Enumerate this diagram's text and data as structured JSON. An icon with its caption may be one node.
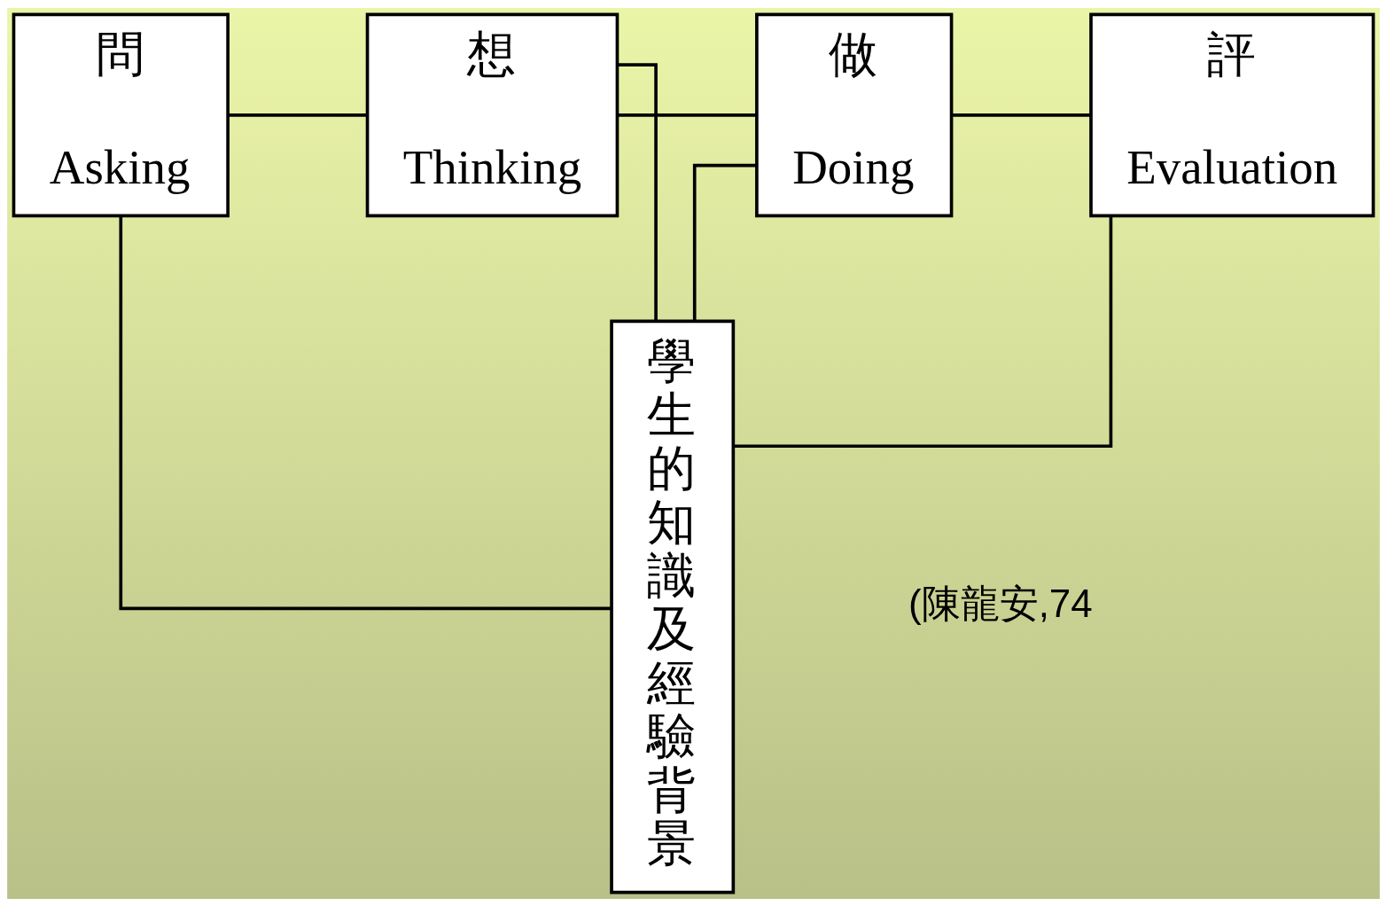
{
  "diagram": {
    "nodes": [
      {
        "text": [
          "問",
          "Asking"
        ]
      },
      {
        "text": [
          "想",
          "Thinking"
        ]
      },
      {
        "text": [
          "做",
          "Doing"
        ]
      },
      {
        "text": [
          "評",
          "Evaluation"
        ]
      },
      {
        "text": [
          "學生的知識及經驗背景"
        ]
      }
    ],
    "edges": [
      {
        "from": 0,
        "to": 1,
        "arrow": "none"
      },
      {
        "from": 1,
        "to": 2,
        "arrow": "none"
      },
      {
        "from": 2,
        "to": 3,
        "arrow": "none"
      },
      {
        "from": 0,
        "to": 4,
        "arrow": "none"
      },
      {
        "from": 1,
        "to": 4,
        "arrow": "none"
      },
      {
        "from": 2,
        "to": 4,
        "arrow": "none"
      },
      {
        "from": 3,
        "to": 4,
        "arrow": "none"
      }
    ],
    "labels": [
      "(陳龍安,74"
    ]
  }
}
